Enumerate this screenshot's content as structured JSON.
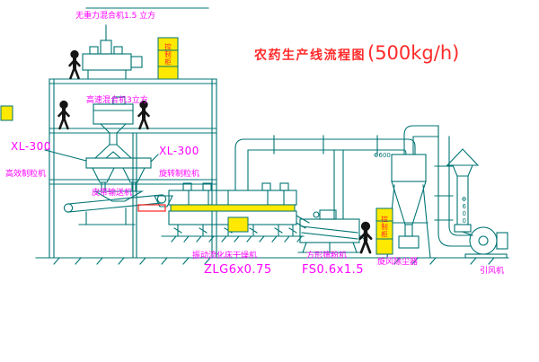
{
  "title": {
    "name": "农药生产线流程图",
    "capacity": "(500kg/h)"
  },
  "labels": {
    "top_mixer": "无重力混合机1.5 立方",
    "high_speed_mixer": "高速混合机3立方",
    "granulator_left_model": "XL-300",
    "granulator_left_name": "高效制粒机",
    "granulator_mid_model": "XL-300",
    "granulator_mid_name": "旋转制粒机",
    "belt_conveyor": "皮带输送机",
    "dryer_name": "振动流化床干燥机",
    "dryer_model": "ZLG6x0.75",
    "sieve_name": "方形筛粉机",
    "sieve_model": "FS0.6x1.5",
    "cyclone": "旋风除尘器",
    "fan": "引风机",
    "duct_dim_horizontal": "Φ600",
    "duct_dim_stack": "Φ600",
    "cabinet_top_text": "控制柜",
    "cabinet_right_text": "控制柜"
  },
  "colors": {
    "line": "#007474",
    "label_magenta": "#ff00ff",
    "title_red": "#ff2a2a",
    "cabinet_yellow": "#ffe900",
    "cabinet_text_red": "#ff2222",
    "figure_black": "#151515",
    "background": "#ffffff"
  }
}
